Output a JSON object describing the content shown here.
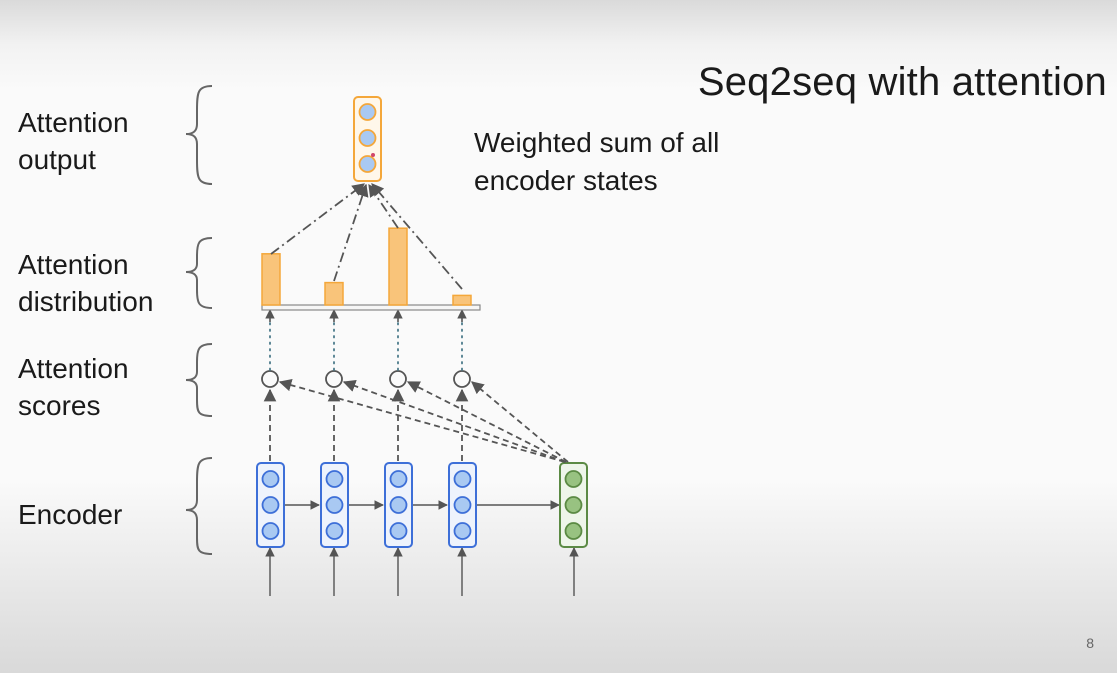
{
  "slide": {
    "title": "Seq2seq with attention",
    "labels": {
      "attention_output_line1": "Attention",
      "attention_output_line2": "output",
      "attention_distribution_line1": "Attention",
      "attention_distribution_line2": "distribution",
      "attention_scores_line1": "Attention",
      "attention_scores_line2": "scores",
      "encoder": "Encoder"
    },
    "annotation_line1": "Weighted sum of all",
    "annotation_line2": "encoder states",
    "page_number": "8"
  },
  "colors": {
    "encoder_fill": "#a9c9f2",
    "encoder_stroke": "#3d6fd8",
    "decoder_fill": "#98c281",
    "decoder_stroke": "#5b8a44",
    "attention_fill": "#f9c47a",
    "attention_stroke": "#f4a73a",
    "arrow": "#555555"
  },
  "attention_distribution": [
    0.32,
    0.14,
    0.48,
    0.06
  ]
}
